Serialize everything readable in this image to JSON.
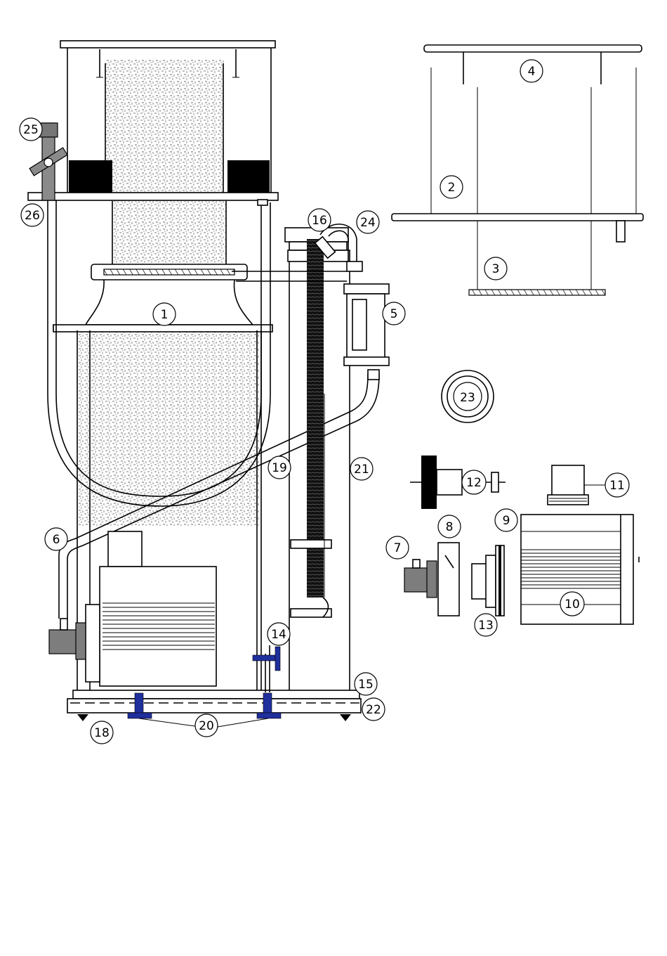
{
  "diagram": {
    "labels": {
      "p1": "1",
      "p2": "2",
      "p3": "3",
      "p4": "4",
      "p5": "5",
      "p6": "6",
      "p7": "7",
      "p8": "8",
      "p9": "9",
      "p10": "10",
      "p11": "11",
      "p12": "12",
      "p13": "13",
      "p14": "14",
      "p15": "15",
      "p16": "16",
      "p18": "18",
      "p19": "19",
      "p20": "20",
      "p21": "21",
      "p22": "22",
      "p23": "23",
      "p24": "24",
      "p25": "25",
      "p26": "26"
    },
    "colors": {
      "line": "#000000",
      "foam": "#c4c4c4",
      "pump": "#7d7d7d",
      "bolt": "#1f2f9c"
    }
  }
}
